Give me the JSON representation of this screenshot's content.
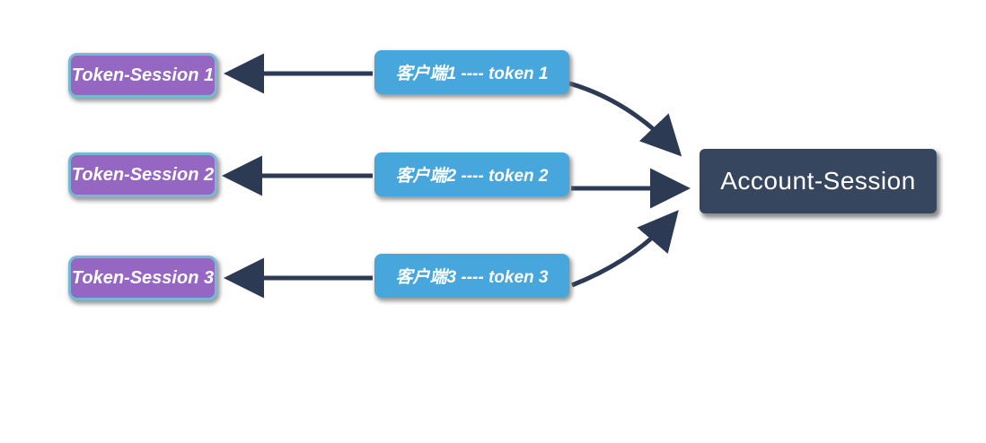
{
  "diagram": {
    "title": "",
    "colors": {
      "background": "#ffffff",
      "token_box_fill": "#9566C2",
      "token_box_border": "#74B9D6",
      "client_box_fill": "#47A6DC",
      "account_box_fill": "#37465F",
      "arrow": "#2C3A54",
      "text": "#ffffff"
    },
    "token_sessions": [
      {
        "label": "Token-Session 1"
      },
      {
        "label": "Token-Session 2"
      },
      {
        "label": "Token-Session 3"
      }
    ],
    "clients": [
      {
        "label": "客户端1  ----  token 1"
      },
      {
        "label": "客户端2  ----  token 2"
      },
      {
        "label": "客户端3  ----  token 3"
      }
    ],
    "account": {
      "label": "Account-Session"
    },
    "relations": [
      "client1 -> token-session1",
      "client2 -> token-session2",
      "client3 -> token-session3",
      "client1 -> account-session",
      "client2 -> account-session",
      "client3 -> account-session"
    ]
  }
}
